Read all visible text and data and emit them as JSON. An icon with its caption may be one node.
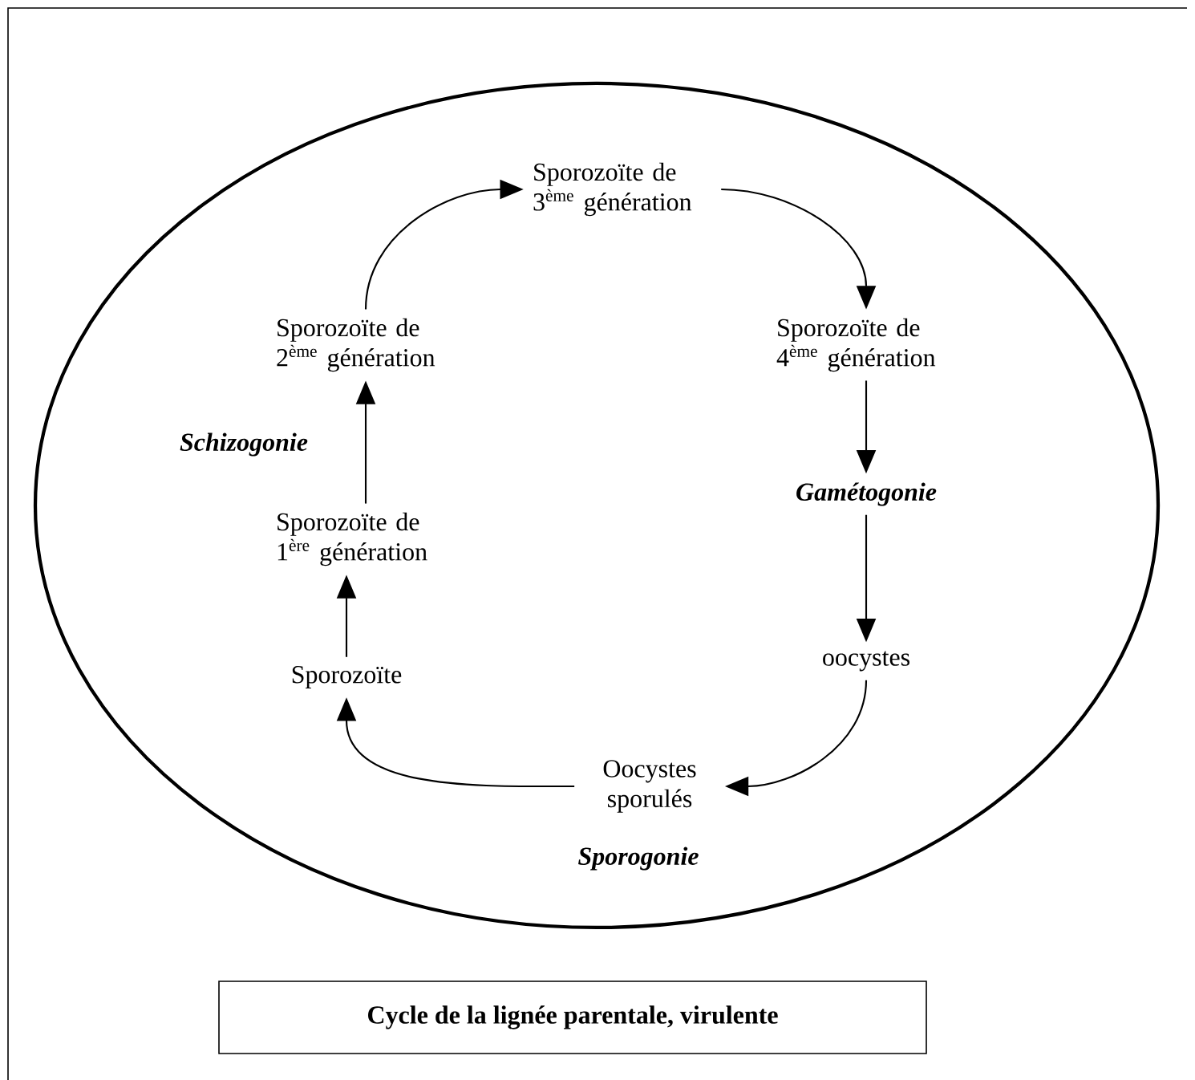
{
  "diagram": {
    "nodes": [
      {
        "text": [],
        "shape": "ellipse"
      },
      {
        "text": [
          "Sporozoïte"
        ],
        "in": 0
      },
      {
        "text": [
          "Sporozoïte de 1$^{ère}$ génération"
        ],
        "in": 0
      },
      {
        "text": [
          "Sporozoïte de 2$^{ème}$ génération"
        ],
        "in": 0
      },
      {
        "text": [
          "Sporozoïte de 3$^{ème}$ génération"
        ],
        "in": 0
      },
      {
        "text": [
          "Sporozoïte de 4$^{ème}$ génération"
        ],
        "in": 0
      },
      {
        "text": [
          "Gamétogonie"
        ],
        "in": 0
      },
      {
        "text": [
          "oocystes"
        ],
        "in": 0
      },
      {
        "text": [
          "Oocystes sporulés"
        ],
        "in": 0
      },
      {
        "text": [
          "Cycle de la lignée parentale, virulente"
        ]
      }
    ],
    "edges": [
      {
        "from": 1,
        "to": 2,
        "arrow": "to"
      },
      {
        "from": 2,
        "to": 3,
        "arrow": "to"
      },
      {
        "from": 3,
        "to": 4,
        "arrow": "to"
      },
      {
        "from": 4,
        "to": 5,
        "arrow": "to"
      },
      {
        "from": 5,
        "to": 6,
        "arrow": "to"
      },
      {
        "from": 6,
        "to": 7,
        "arrow": "to"
      },
      {
        "from": 7,
        "to": 8,
        "arrow": "to"
      },
      {
        "from": 8,
        "to": 1,
        "arrow": "to"
      }
    ],
    "labels": [
      "Schizogonie",
      "Sporogonie"
    ]
  }
}
